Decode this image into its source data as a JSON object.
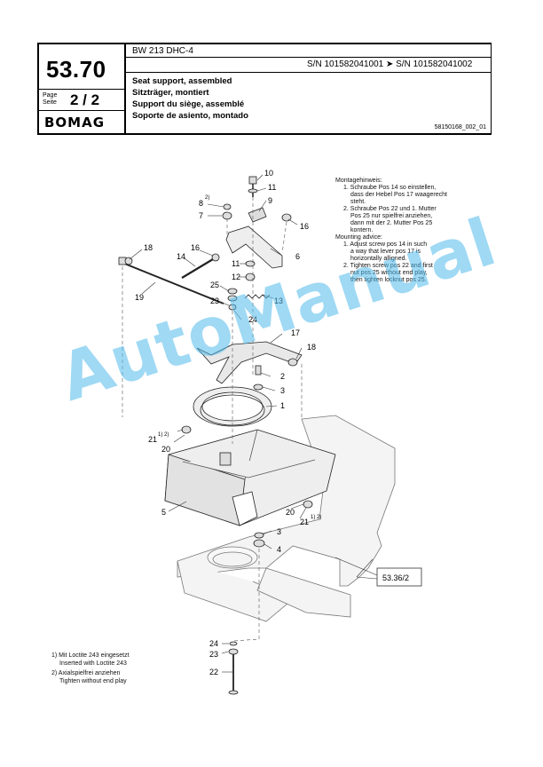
{
  "header": {
    "section_number": "53.70",
    "page_label_de": "Page",
    "page_label_en": "Seite",
    "page_number": "2 / 2",
    "brand": "BOMAG",
    "model": "BW 213 DHC-4",
    "serial_range": "S/N 101582041001  ➤  S/N 101582041002",
    "titles": [
      "Seat support, assembled",
      "Sitzträger, montiert",
      "Support du siège, assemblé",
      "Soporte de asiento, montado"
    ],
    "document_number": "58150168_002_01"
  },
  "notes": {
    "de_heading": "Montagehinweis:",
    "de_lines": [
      "1. Schraube Pos 14 so einstellen,",
      "dass der Hebel Pos 17 waagerecht",
      "steht.",
      "2. Schraube Pos 22 und 1. Mutter",
      "Pos 25 nur spielfrei anziehen,",
      "dann mit der 2. Mutter Pos 25",
      "kontern."
    ],
    "en_heading": "Mounting advice:",
    "en_lines": [
      "1. Adjust screw pos 14 in such",
      "a way that lever pos 17 is",
      "horizontally alligned.",
      "2. Tighten screw pos 22 and first",
      "nut pos 25 without end play,",
      "then tighten locknut pos 25."
    ]
  },
  "footnotes": [
    "1) Mit Loctite 243 eingesetzt",
    "Inserted with Loctite 243",
    "2) Axialspielfrei anziehen",
    "Tighten without end play"
  ],
  "callouts": {
    "c10": "10",
    "c11a": "11",
    "c9": "9",
    "c8": "8",
    "c8sup": "2)",
    "c7": "7",
    "c16a": "16",
    "c18a": "18",
    "c16b": "16",
    "c14": "14",
    "c6": "6",
    "c11b": "11",
    "c12": "12",
    "c19": "19",
    "c25": "25",
    "c23a": "23",
    "c13": "13",
    "c24a": "24",
    "c17": "17",
    "c18b": "18",
    "c2": "2",
    "c3a": "3",
    "c1": "1",
    "c21a": "21",
    "c21asup": "1) 2)",
    "c20a": "20",
    "c5": "5",
    "c20b": "20",
    "c21b": "21",
    "c21bsup": "1) 2)",
    "c3b": "3",
    "c4": "4",
    "ref": "53.36/2",
    "c24b": "24",
    "c23b": "23",
    "c22": "22"
  },
  "watermark": "AutoManual"
}
